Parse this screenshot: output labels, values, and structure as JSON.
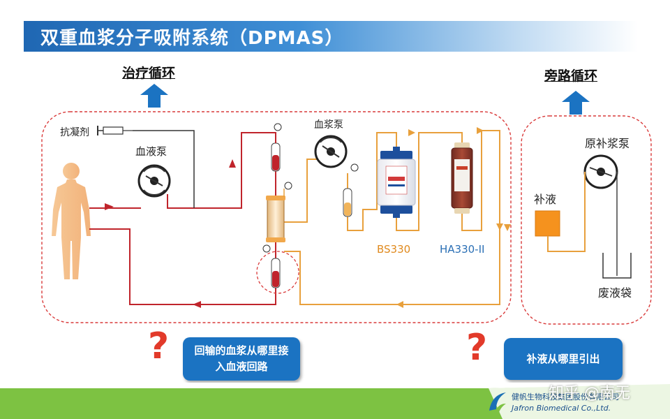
{
  "title": "双重血浆分子吸附系统（DPMAS）",
  "sections": {
    "treatment": "治疗循环",
    "bypass": "旁路循环"
  },
  "labels": {
    "anticoagulant": "抗凝剂",
    "blood_pump": "血液泵",
    "plasma_pump": "血浆泵",
    "bs330": "BS330",
    "ha330": "HA330-II",
    "replacement_fluid": "补液",
    "original_pump": "原补浆泵",
    "waste_bag": "废液袋"
  },
  "callouts": {
    "left": "回输的血浆从哪里接入血液回路",
    "right": "补液从哪里引出"
  },
  "question_mark": "?",
  "footer": {
    "watermark": "知乎 @南无",
    "company_cn": "健帆生物科技集团股份有限公司",
    "company_en": "Jafron Biomedical Co.,Ltd."
  },
  "colors": {
    "blood_line": "#c0242b",
    "plasma_line": "#e8a03c",
    "dash_border": "#d93a3a",
    "accent_blue": "#1b73c2",
    "footer_green": "#7dc242"
  }
}
